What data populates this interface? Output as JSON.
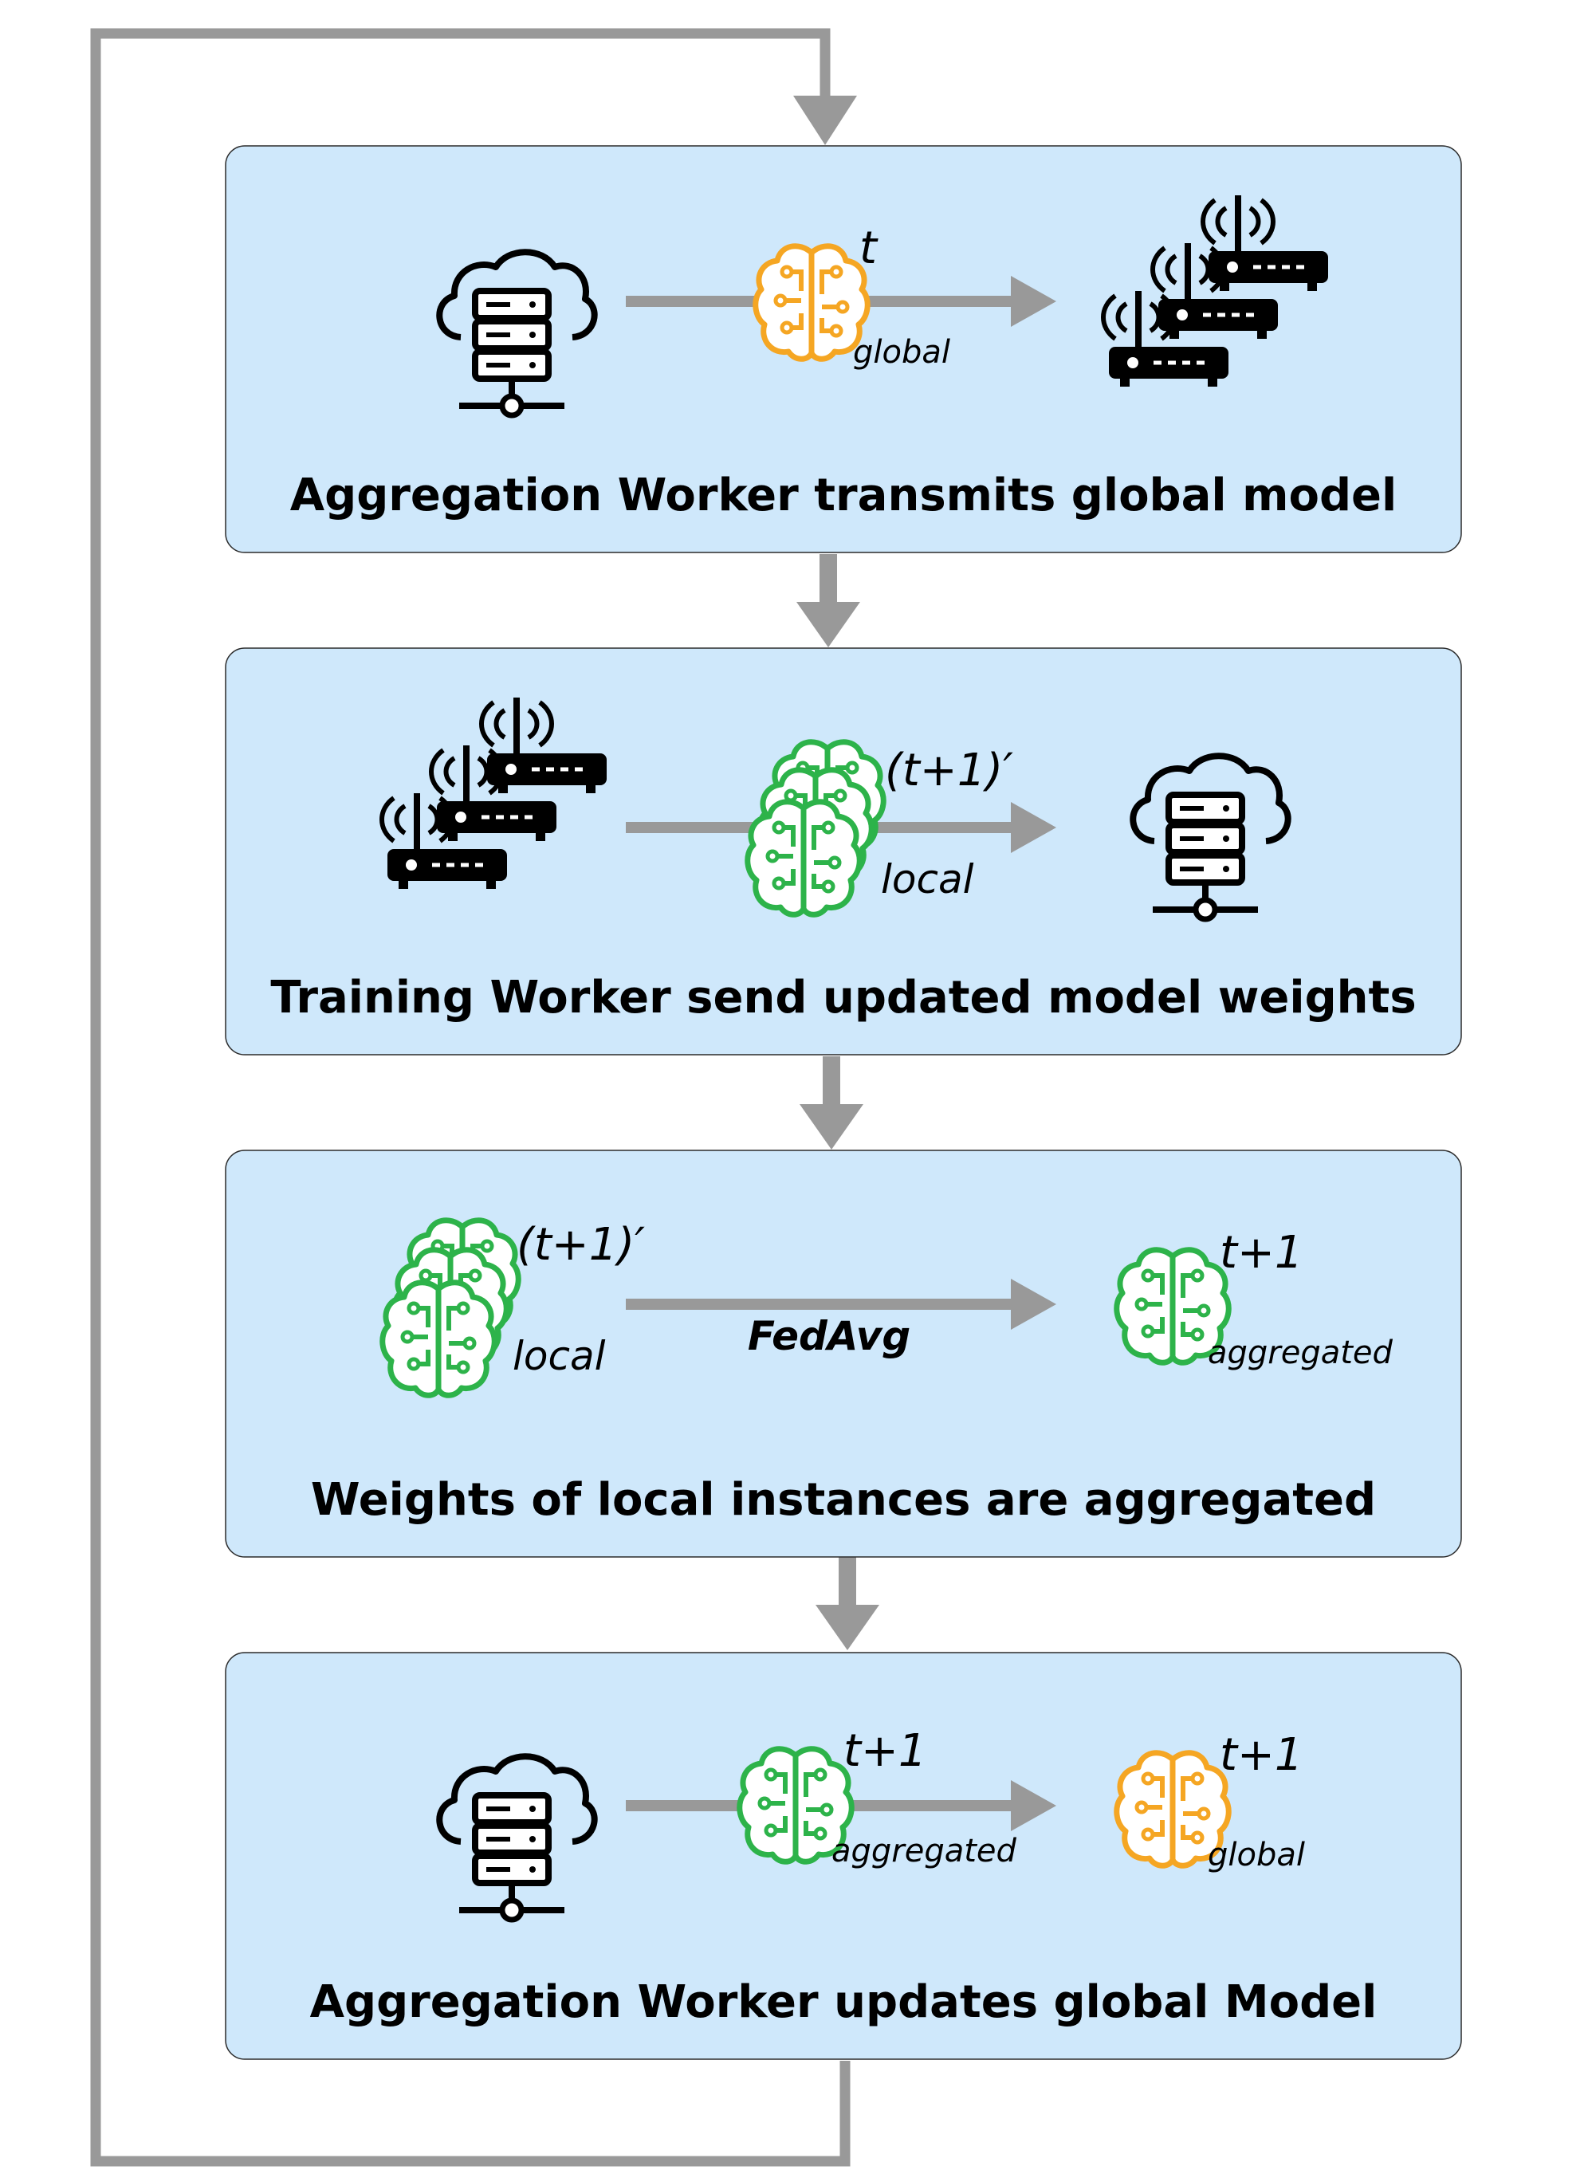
{
  "steps": [
    {
      "caption": "Aggregation Worker transmits global model",
      "sup": "t",
      "sub": "global"
    },
    {
      "caption": "Training Worker send updated model weights",
      "sup": "(t+1)′",
      "sub": "local"
    },
    {
      "caption": "Weights of local instances are aggregated",
      "sup_left": "(t+1)′",
      "sub_left": "local",
      "method": "FedAvg",
      "sup_right": "t+1",
      "sub_right": "aggregated"
    },
    {
      "caption": "Aggregation Worker updates global Model",
      "sup_mid": "t+1",
      "sub_mid": "aggregated",
      "sup_right": "t+1",
      "sub_right": "global"
    }
  ],
  "colors": {
    "panel": "#cfe8fb",
    "arrow": "#999999",
    "global_model": "#f5a623",
    "local_model": "#2db34a",
    "icon": "#000000"
  },
  "icons": [
    "cloud-server-icon",
    "router-stack-icon",
    "brain-model-icon"
  ]
}
